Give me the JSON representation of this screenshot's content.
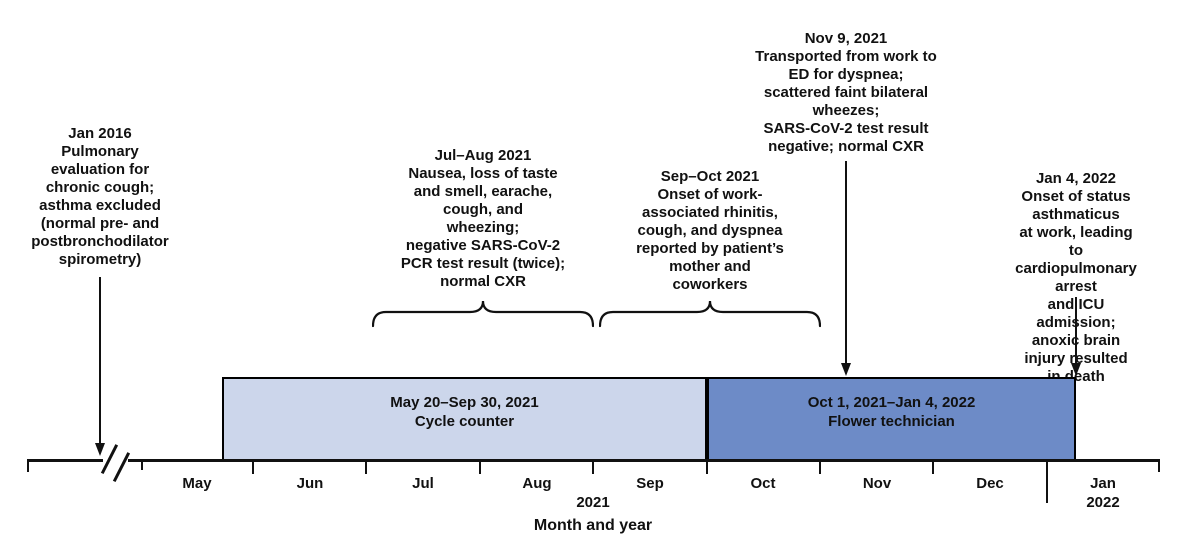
{
  "figure_type": "clinical-timeline",
  "colors": {
    "bar_light_fill": "#ccd6eb",
    "bar_dark_fill": "#6d8bc7",
    "ink": "#111111"
  },
  "annotations": [
    {
      "date": "Jan 2016",
      "body": "Pulmonary\nevaluation for\nchronic cough;\nasthma excluded\n(normal pre- and\npostbronchodilator\nspirometry)",
      "pointer": "arrow"
    },
    {
      "date": "Jul–Aug 2021",
      "body": "Nausea, loss of taste\nand smell, earache,\ncough, and\nwheezing;\nnegative SARS-CoV-2\nPCR test result (twice);\nnormal CXR",
      "pointer": "brace"
    },
    {
      "date": "Sep–Oct 2021",
      "body": "Onset of work-\nassociated rhinitis,\ncough, and dyspnea\nreported by patient’s\nmother and\ncoworkers",
      "pointer": "brace"
    },
    {
      "date": "Nov 9, 2021",
      "body": "Transported from work to\nED for dyspnea;\nscattered faint bilateral\nwheezes;\nSARS-CoV-2 test result\nnegative; normal CXR",
      "pointer": "arrow"
    },
    {
      "date": "Jan 4, 2022",
      "body": "Onset of status asthmaticus\nat work, leading to\ncardiopulmonary arrest\nand ICU admission;\nanoxic brain injury resulted\nin death",
      "pointer": "arrow"
    }
  ],
  "bars": [
    {
      "period": "May 20–Sep 30, 2021",
      "role": "Cycle counter"
    },
    {
      "period": "Oct 1, 2021–Jan 4, 2022",
      "role": "Flower technician"
    }
  ],
  "axis": {
    "title": "Month and year",
    "months": [
      "May",
      "Jun",
      "Jul",
      "Aug",
      "Sep",
      "Oct",
      "Nov",
      "Dec",
      "Jan"
    ],
    "year_2021": "2021",
    "year_2022": "2022"
  }
}
